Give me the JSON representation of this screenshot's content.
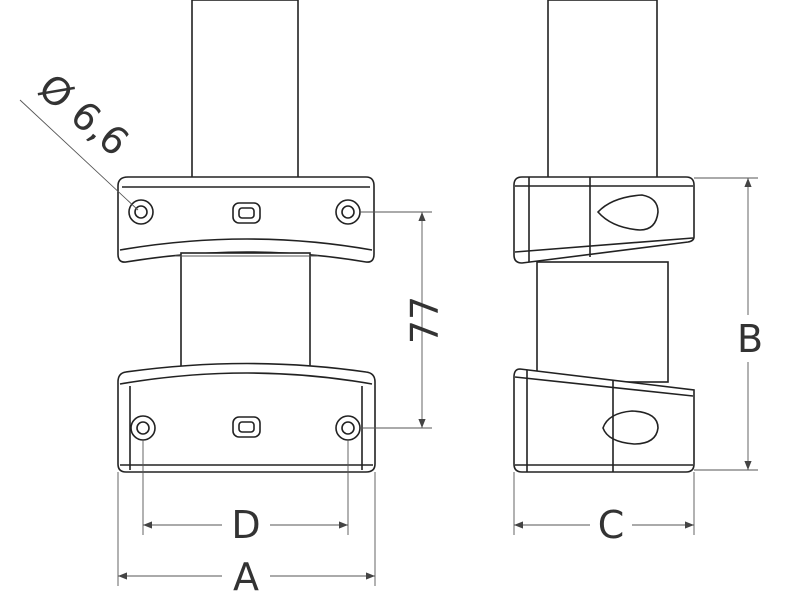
{
  "drawing": {
    "diameter_label": "Ø 6,6",
    "spacing_label": "77",
    "dimensions": {
      "a": "A",
      "b": "B",
      "c": "C",
      "d": "D"
    }
  },
  "colors": {
    "line": "#222222",
    "background": "#ffffff"
  }
}
